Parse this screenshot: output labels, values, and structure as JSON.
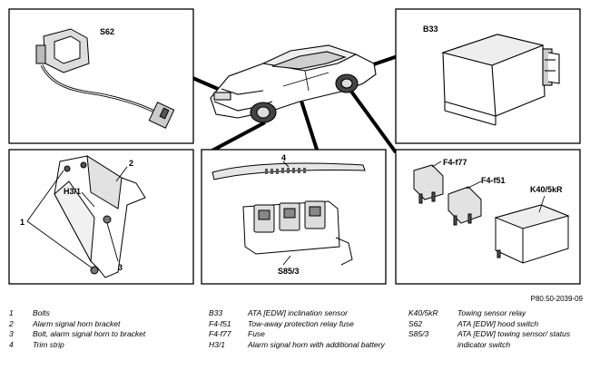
{
  "callouts": {
    "s62": "S62",
    "b33": "B33",
    "n4": "4",
    "n2": "2",
    "h3_1": "H3/1",
    "n1": "1",
    "n3": "3",
    "s85_3": "S85/3",
    "f4_f77": "F4-f77",
    "f4_f51": "F4-f51",
    "k40_5kr": "K40/5kR"
  },
  "figure_ref": "P80.50-2039-09",
  "legend": {
    "col1": [
      {
        "key": "1",
        "text": "Bolts"
      },
      {
        "key": "2",
        "text": "Alarm signal horn bracket"
      },
      {
        "key": "3",
        "text": "Bolt, alarm signal horn to bracket"
      },
      {
        "key": "4",
        "text": "Trim strip"
      }
    ],
    "col2": [
      {
        "key": "B33",
        "text": "ATA [EDW] inclination sensor"
      },
      {
        "key": "F4-f51",
        "text": "Tow-away protection relay fuse"
      },
      {
        "key": "F4-f77",
        "text": "Fuse"
      },
      {
        "key": "H3/1",
        "text": "Alarm signal horn with additional battery"
      }
    ],
    "col3": [
      {
        "key": "K40/5kR",
        "text": "Towing sensor relay"
      },
      {
        "key": "S62",
        "text": "ATA [EDW] hood switch"
      },
      {
        "key": "S85/3",
        "text": "ATA [EDW] towing sensor/ status indicator switch"
      }
    ]
  }
}
